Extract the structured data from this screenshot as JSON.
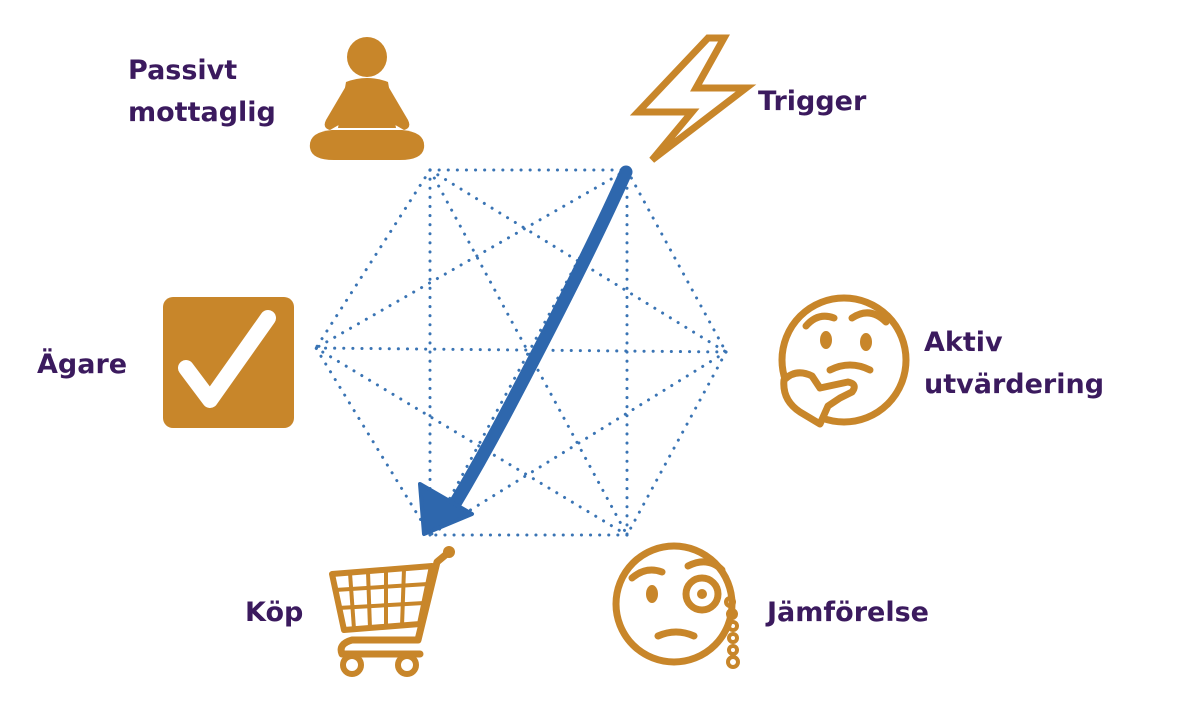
{
  "colors": {
    "label": "#3b1a5e",
    "icon": "#c8862a",
    "network": "#3a74b4",
    "arrow": "#2e67ad",
    "background": "#ffffff"
  },
  "nodes": [
    {
      "id": "passive",
      "label_lines": [
        "Passivt",
        "mottaglig"
      ],
      "icon": "meditation-icon"
    },
    {
      "id": "trigger",
      "label_lines": [
        "Trigger"
      ],
      "icon": "lightning-icon"
    },
    {
      "id": "active",
      "label_lines": [
        "Aktiv",
        "utvärdering"
      ],
      "icon": "thinking-face-icon"
    },
    {
      "id": "compare",
      "label_lines": [
        "Jämförelse"
      ],
      "icon": "monocle-face-icon"
    },
    {
      "id": "buy",
      "label_lines": [
        "Köp"
      ],
      "icon": "shopping-cart-icon"
    },
    {
      "id": "owner",
      "label_lines": [
        "Ägare"
      ],
      "icon": "checkbox-check-icon"
    }
  ],
  "network": {
    "type": "complete-graph",
    "vertices": 6
  },
  "arrow": {
    "from": "trigger",
    "to": "buy"
  }
}
